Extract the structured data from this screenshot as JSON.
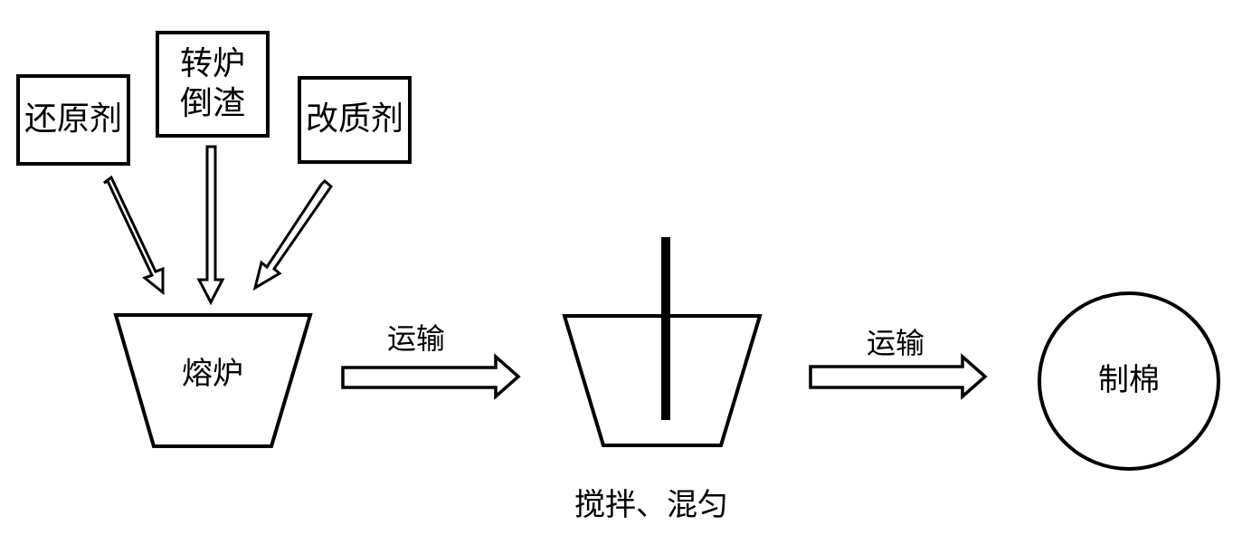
{
  "inputs": {
    "reducing_agent": "还原剂",
    "converter_slag_line1": "转炉",
    "converter_slag_line2": "倒渣",
    "modifier": "改质剂"
  },
  "furnace": {
    "label": "熔炉"
  },
  "transport_1": {
    "label": "运输"
  },
  "mixing": {
    "caption": "搅拌、混匀"
  },
  "transport_2": {
    "label": "运输"
  },
  "fiber_making": {
    "label": "制棉"
  }
}
